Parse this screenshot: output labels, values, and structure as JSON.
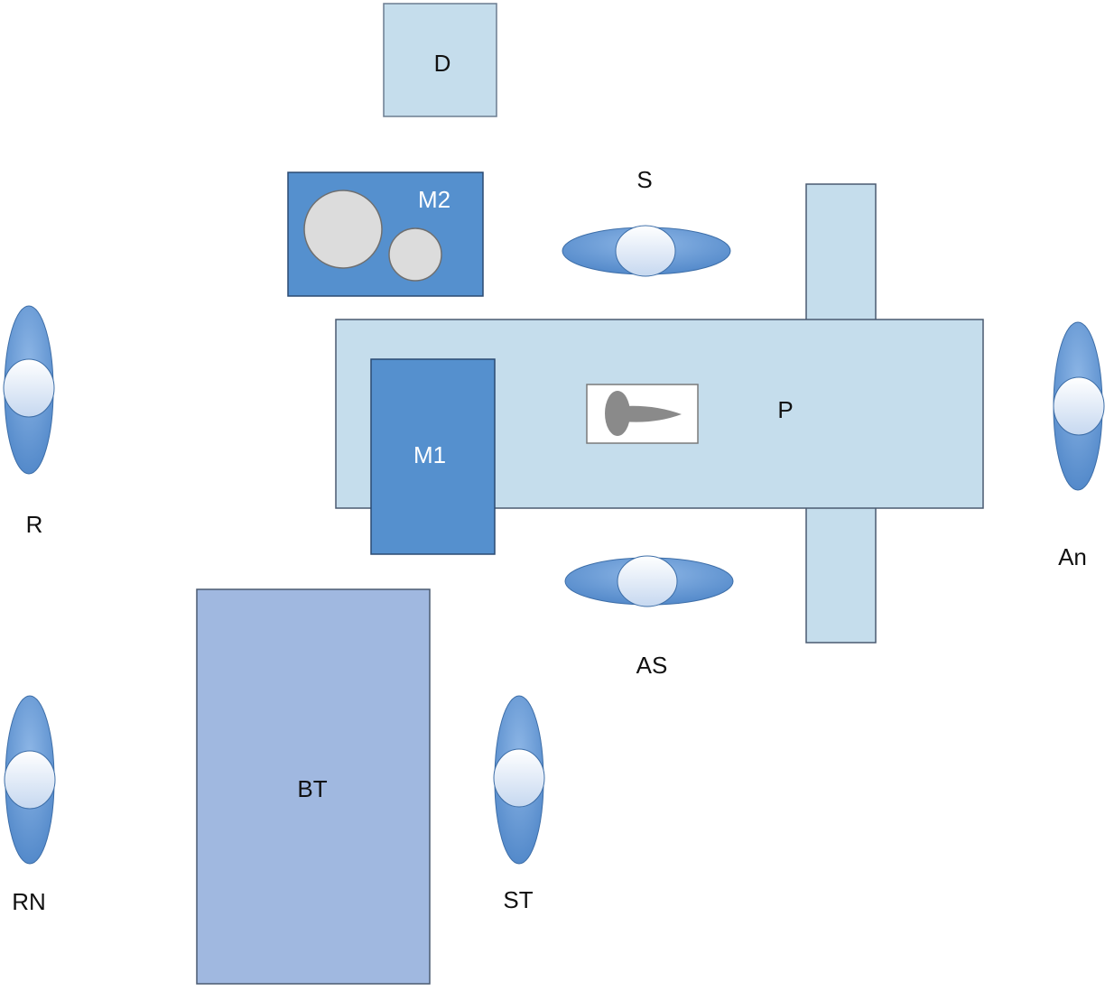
{
  "labels": {
    "display": "D",
    "monitor2": "M2",
    "monitor1": "M1",
    "patient": "P",
    "surgeon": "S",
    "assistant_surgeon": "AS",
    "anesthesiologist": "An",
    "robot": "R",
    "robot_nurse": "RN",
    "scrub_tech": "ST",
    "back_table": "BT"
  },
  "colors": {
    "light_blue": "#c5ddec",
    "dark_blue": "#5590ce",
    "table_blue": "#a0b8e0",
    "person_outer": "#5d93d2",
    "person_inner": "#e3edf9",
    "monitor_circle": "#dcdcdc",
    "patient_silhouette": "#8a8a8a",
    "outline": "#4a5a70"
  }
}
